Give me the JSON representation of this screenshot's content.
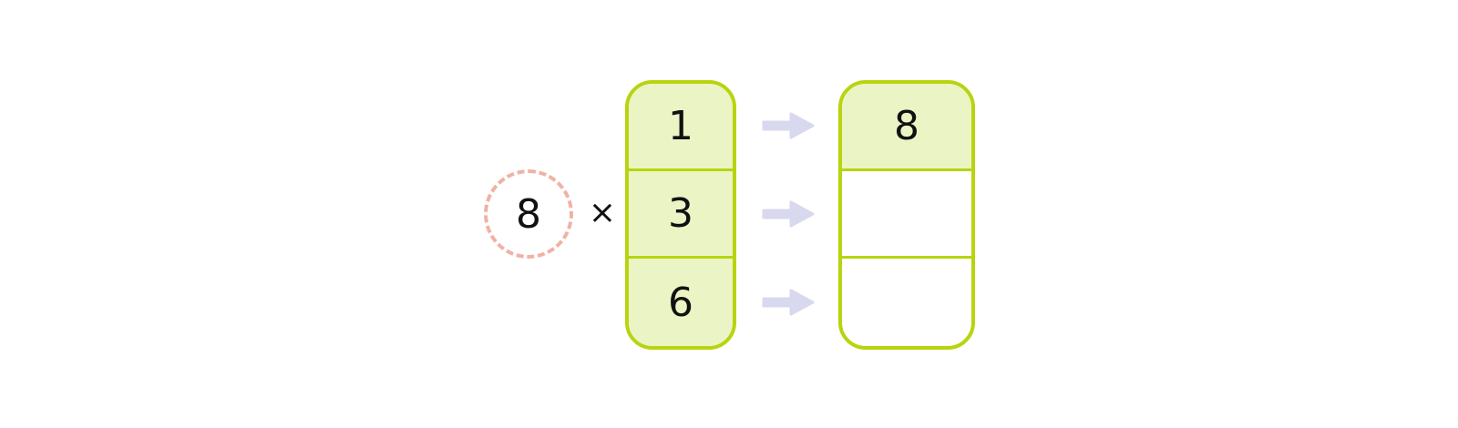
{
  "multiplier": "8",
  "operator": "×",
  "input_column": [
    "1",
    "3",
    "6"
  ],
  "output_column": [
    "8",
    "",
    ""
  ],
  "colors": {
    "column_border": "#b8d40e",
    "cell_fill": "#ebf4c4",
    "arrow": "#d8d8ee",
    "circle_border": "#f0b2a4"
  },
  "icons": [
    "right-arrow-icon",
    "right-arrow-icon",
    "right-arrow-icon"
  ]
}
